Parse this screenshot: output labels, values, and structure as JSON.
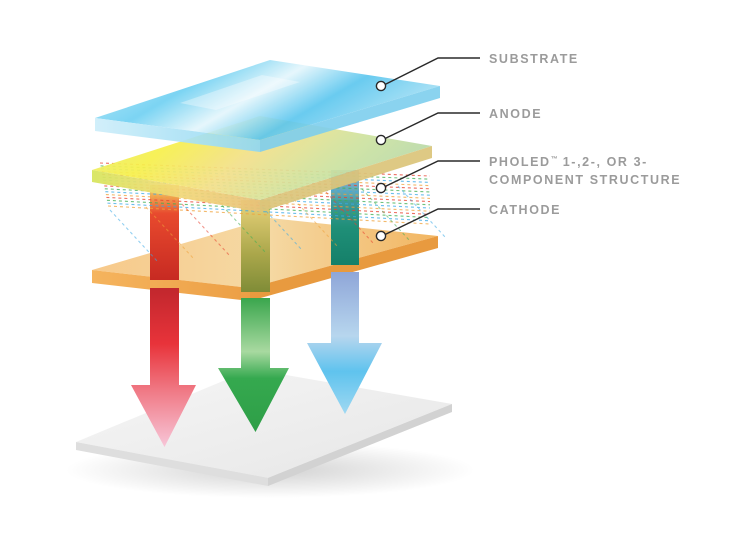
{
  "labels": {
    "substrate": "SUBSTRATE",
    "anode": "ANODE",
    "pholed_line1_a": "PHOLED",
    "pholed_line1_tm": "™",
    "pholed_line1_b": " 1-,2-, OR 3-",
    "pholed_line2": "COMPONENT STRUCTURE",
    "cathode": "CATHODE"
  },
  "colors": {
    "label_text": "#9b9b9b",
    "leader_line": "#2a2a2a",
    "substrate": "#5cc8f0",
    "anode": "#c9df7a",
    "cathode": "#f2b15f",
    "red_arrow": "#e8272e",
    "green_arrow": "#2fa84f",
    "blue_arrow": "#4ab8ea",
    "floor": "#eeeeee"
  },
  "icons": {
    "red": "arrow-down-icon",
    "green": "arrow-down-icon",
    "blue": "arrow-down-icon"
  }
}
